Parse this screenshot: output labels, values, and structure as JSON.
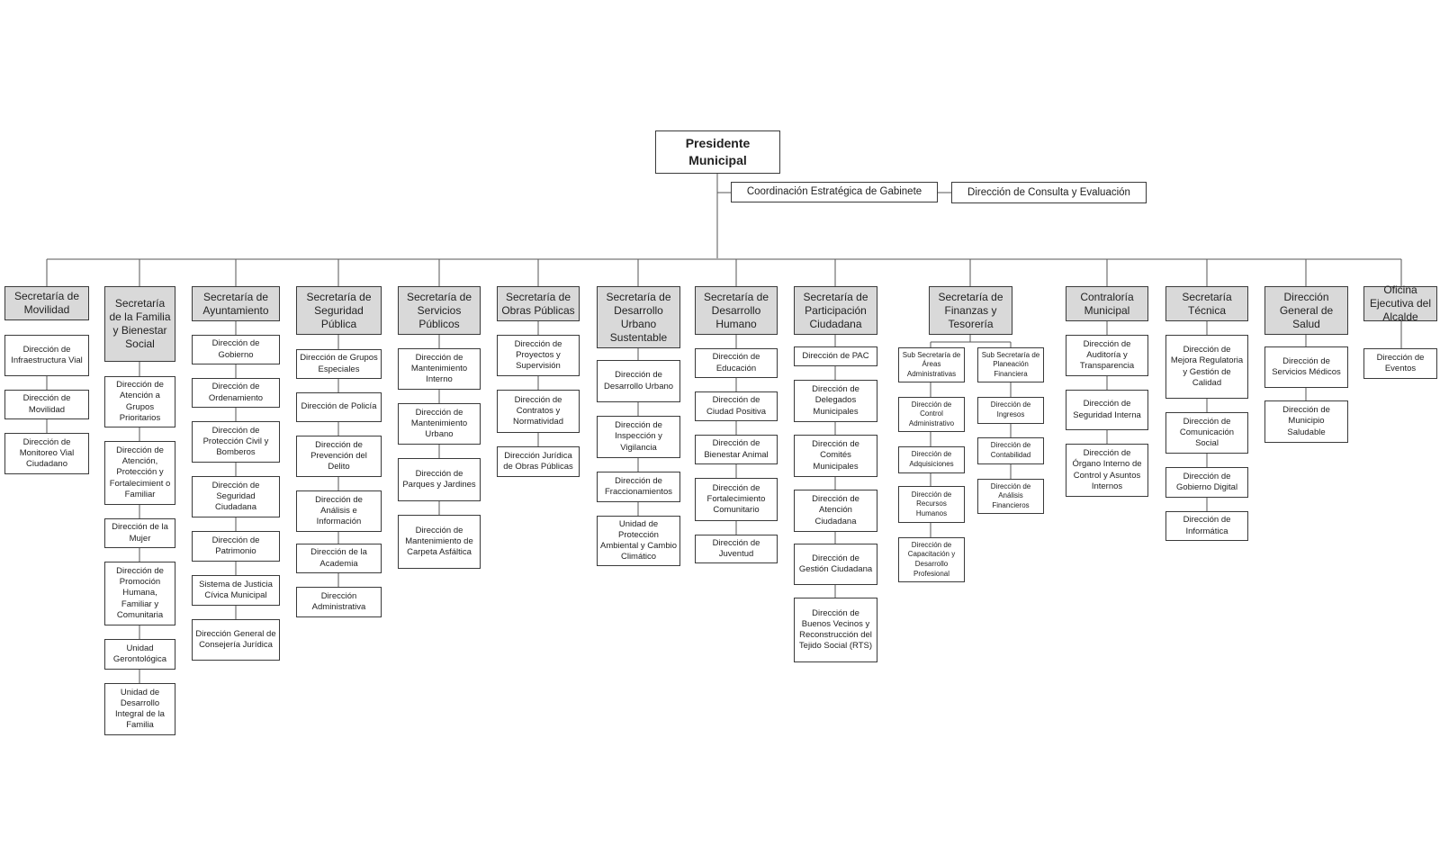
{
  "president": "Presidente Municipal",
  "coordination": "Coordinación Estratégica de Gabinete",
  "consultation": "Dirección de Consulta y Evaluación",
  "columns": [
    {
      "title": "Secretaría de Movilidad",
      "items": [
        "Dirección de Infraestructura Vial",
        "Dirección de Movilidad",
        "Dirección de Monitoreo Vial Ciudadano"
      ]
    },
    {
      "title": "Secretaría de la Familia y Bienestar Social",
      "items": [
        "Dirección de Atención a Grupos Prioritarios",
        "Dirección de Atención, Protección y Fortalecimient o Familiar",
        "Dirección de la Mujer",
        "Dirección de Promoción Humana, Familiar y Comunitaria",
        "Unidad Gerontológica",
        "Unidad de Desarrollo Integral de la Familia"
      ]
    },
    {
      "title": "Secretaría de Ayuntamiento",
      "items": [
        "Dirección de Gobierno",
        "Dirección de Ordenamiento",
        "Dirección de Protección Civil y Bomberos",
        "Dirección de Seguridad Ciudadana",
        "Dirección de Patrimonio",
        "Sistema de Justicia Cívica Municipal",
        "Dirección General de Consejería Jurídica"
      ]
    },
    {
      "title": "Secretaría de Seguridad Pública",
      "items": [
        "Dirección de Grupos Especiales",
        "Dirección de Policía",
        "Dirección de Prevención del Delito",
        "Dirección de Análisis e Información",
        "Dirección de la Academia",
        "Dirección Administrativa"
      ]
    },
    {
      "title": "Secretaría de Servicios Públicos",
      "items": [
        "Dirección de Mantenimiento Interno",
        "Dirección de Mantenimiento Urbano",
        "Dirección de Parques y Jardines",
        "Dirección de Mantenimiento de Carpeta Asfáltica"
      ]
    },
    {
      "title": "Secretaría de Obras Públicas",
      "items": [
        "Dirección de Proyectos y Supervisión",
        "Dirección de Contratos y Normatividad",
        "Dirección Jurídica de Obras Públicas"
      ]
    },
    {
      "title": "Secretaría de Desarrollo Urbano Sustentable",
      "items": [
        "Dirección de Desarrollo Urbano",
        "Dirección de Inspección y Vigilancia",
        "Dirección de Fraccionamientos",
        "Unidad de Protección Ambiental y Cambio Climático"
      ]
    },
    {
      "title": "Secretaría de Desarrollo Humano",
      "items": [
        "Dirección de Educación",
        "Dirección de Ciudad Positiva",
        "Dirección de Bienestar Animal",
        "Dirección de Fortalecimiento Comunitario",
        "Dirección de Juventud"
      ]
    },
    {
      "title": "Secretaría de Participación Ciudadana",
      "items": [
        "Dirección de PAC",
        "Dirección de Delegados Municipales",
        "Dirección de Comités Municipales",
        "Dirección de Atención Ciudadana",
        "Dirección de Gestión Ciudadana",
        "Dirección de Buenos Vecinos y Reconstrucción del Tejido Social (RTS)"
      ]
    },
    {
      "title": "Secretaría de Finanzas y Tesorería",
      "subs": [
        {
          "title": "Sub Secretaría de Áreas Administrativas",
          "items": [
            "Dirección de Control Administrativo",
            "Dirección de Adquisiciones",
            "Dirección de Recursos Humanos",
            "Dirección de Capacitación y Desarrollo Profesional"
          ]
        },
        {
          "title": "Sub Secretaría de Planeación Financiera",
          "items": [
            "Dirección de Ingresos",
            "Dirección de Contabilidad",
            "Dirección de Análisis Financieros"
          ]
        }
      ]
    },
    {
      "title": "Contraloría Municipal",
      "items": [
        "Dirección de Auditoría y Transparencia",
        "Dirección de Seguridad Interna",
        "Dirección de Órgano Interno de Control y Asuntos Internos"
      ]
    },
    {
      "title": "Secretaría Técnica",
      "items": [
        "Dirección de Mejora Regulatoria y Gestión de Calidad",
        "Dirección de Comunicación Social",
        "Dirección de Gobierno Digital",
        "Dirección de Informática"
      ]
    },
    {
      "title": "Dirección General de Salud",
      "items": [
        "Dirección de Servicios Médicos",
        "Dirección de Municipio Saludable"
      ]
    },
    {
      "title": "Oficina Ejecutiva del Alcalde",
      "items": [
        "Dirección de Eventos"
      ]
    }
  ]
}
